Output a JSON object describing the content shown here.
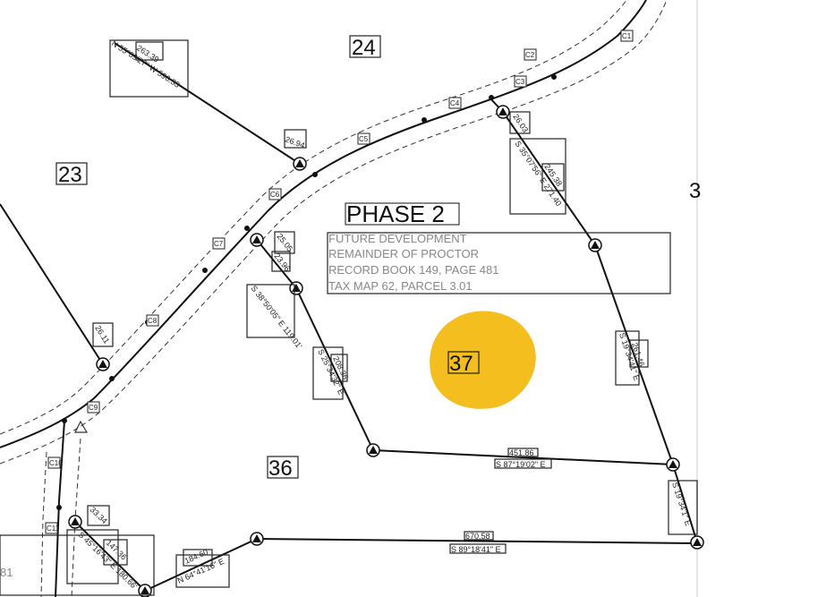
{
  "lots": [
    {
      "id": "lot-23",
      "label": "23"
    },
    {
      "id": "lot-24",
      "label": "24"
    },
    {
      "id": "lot-36",
      "label": "36"
    },
    {
      "id": "lot-37",
      "label": "37"
    },
    {
      "id": "lot-3",
      "label": "3"
    }
  ],
  "phase": {
    "title": "PHASE 2",
    "notes": [
      "FUTURE DEVELOPMENT",
      "REMAINDER OF PROCTOR",
      "RECORD BOOK 149, PAGE 481",
      "TAX MAP 62, PARCEL 3.01"
    ]
  },
  "bearings": {
    "b1": "N 55°09'27\" W 590.33",
    "b2": "S 35°07'56\" E 271.40",
    "b3": "S 38°50'05\" E 119.01'",
    "b4": "S 25°34'32\" E",
    "b5": "S 19°34'41\" E",
    "b6": "S 87°19'02\" E",
    "b7": "S 89°18'41\" E",
    "b8": "S 19°34'1\" E",
    "b9": "S 45°16'43\" E 180.66'",
    "b10": "N 64°41'16\" E"
  },
  "distances": {
    "d1": "263.39",
    "d2": "26.94",
    "d3": "26.03",
    "d4": "245.38",
    "d5": "25.05",
    "d6": "23.96",
    "d7": "26.11",
    "d8": "208.36",
    "d9": "261.46",
    "d10": "451.86",
    "d11": "670.58",
    "d12": "33.34",
    "d13": "147.36",
    "d14": "184.60"
  },
  "curve_tags": [
    "C1",
    "C2",
    "C3",
    "C4",
    "C5",
    "C6",
    "C7",
    "C8",
    "C9",
    "C10",
    "C11"
  ],
  "edge_text": "81",
  "blob_color": "#f2b705"
}
